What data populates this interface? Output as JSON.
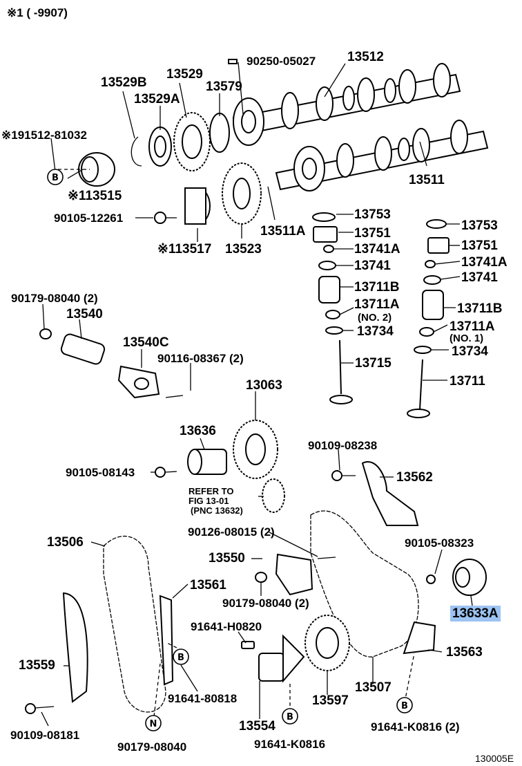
{
  "header": {
    "note": "※1 (     -9907)"
  },
  "labels": {
    "p90250_05027": "90250-05027",
    "p13512": "13512",
    "p13529": "13529",
    "p13529B": "13529B",
    "p13529A": "13529A",
    "p13579": "13579",
    "p191512_81032": "※191512-81032",
    "p113515": "※113515",
    "p13511": "13511",
    "p90105_12261": "90105-12261",
    "p113517": "※113517",
    "p13523": "13523",
    "p13511A": "13511A",
    "p13753_l": "13753",
    "p13751_l": "13751",
    "p13741A_l": "13741A",
    "p13741_l": "13741",
    "p13711B_l": "13711B",
    "p13711A_l": "13711A",
    "no2": "(NO. 2)",
    "p13734_l": "13734",
    "p13715": "13715",
    "p13753_r": "13753",
    "p13751_r": "13751",
    "p13741A_r": "13741A",
    "p13741_r": "13741",
    "p13711B_r": "13711B",
    "p13711A_r": "13711A",
    "no1": "(NO. 1)",
    "p13734_r": "13734",
    "p13711": "13711",
    "p90179_08040_2_top": "90179-08040 (2)",
    "p13540": "13540",
    "p13540C": "13540C",
    "p90116_08367": "90116-08367 (2)",
    "p13063": "13063",
    "p13636": "13636",
    "p90105_08143": "90105-08143",
    "refer1": "REFER TO",
    "refer2": "FIG 13-01",
    "refer3": "(PNC 13632)",
    "p90109_08238": "90109-08238",
    "p13562": "13562",
    "p13506": "13506",
    "p90126_08015": "90126-08015 (2)",
    "p90105_08323": "90105-08323",
    "p13550": "13550",
    "p13561": "13561",
    "p90179_08040_2_mid": "90179-08040 (2)",
    "p13633A": "13633A",
    "p91641_H0820": "91641-H0820",
    "p13559": "13559",
    "p13563": "13563",
    "p91641_80818": "91641-80818",
    "p13507": "13507",
    "p13597": "13597",
    "p13554": "13554",
    "p90109_08181": "90109-08181",
    "p90179_08040": "90179-08040",
    "p91641_K0816_a": "91641-K0816",
    "p91641_K0816_b": "91641-K0816 (2)",
    "footer": "130005E"
  },
  "callouts": {
    "b1": "B",
    "b2": "B",
    "b3": "B",
    "b4": "B",
    "n1": "N"
  },
  "highlight_color": "#9cc3f2"
}
